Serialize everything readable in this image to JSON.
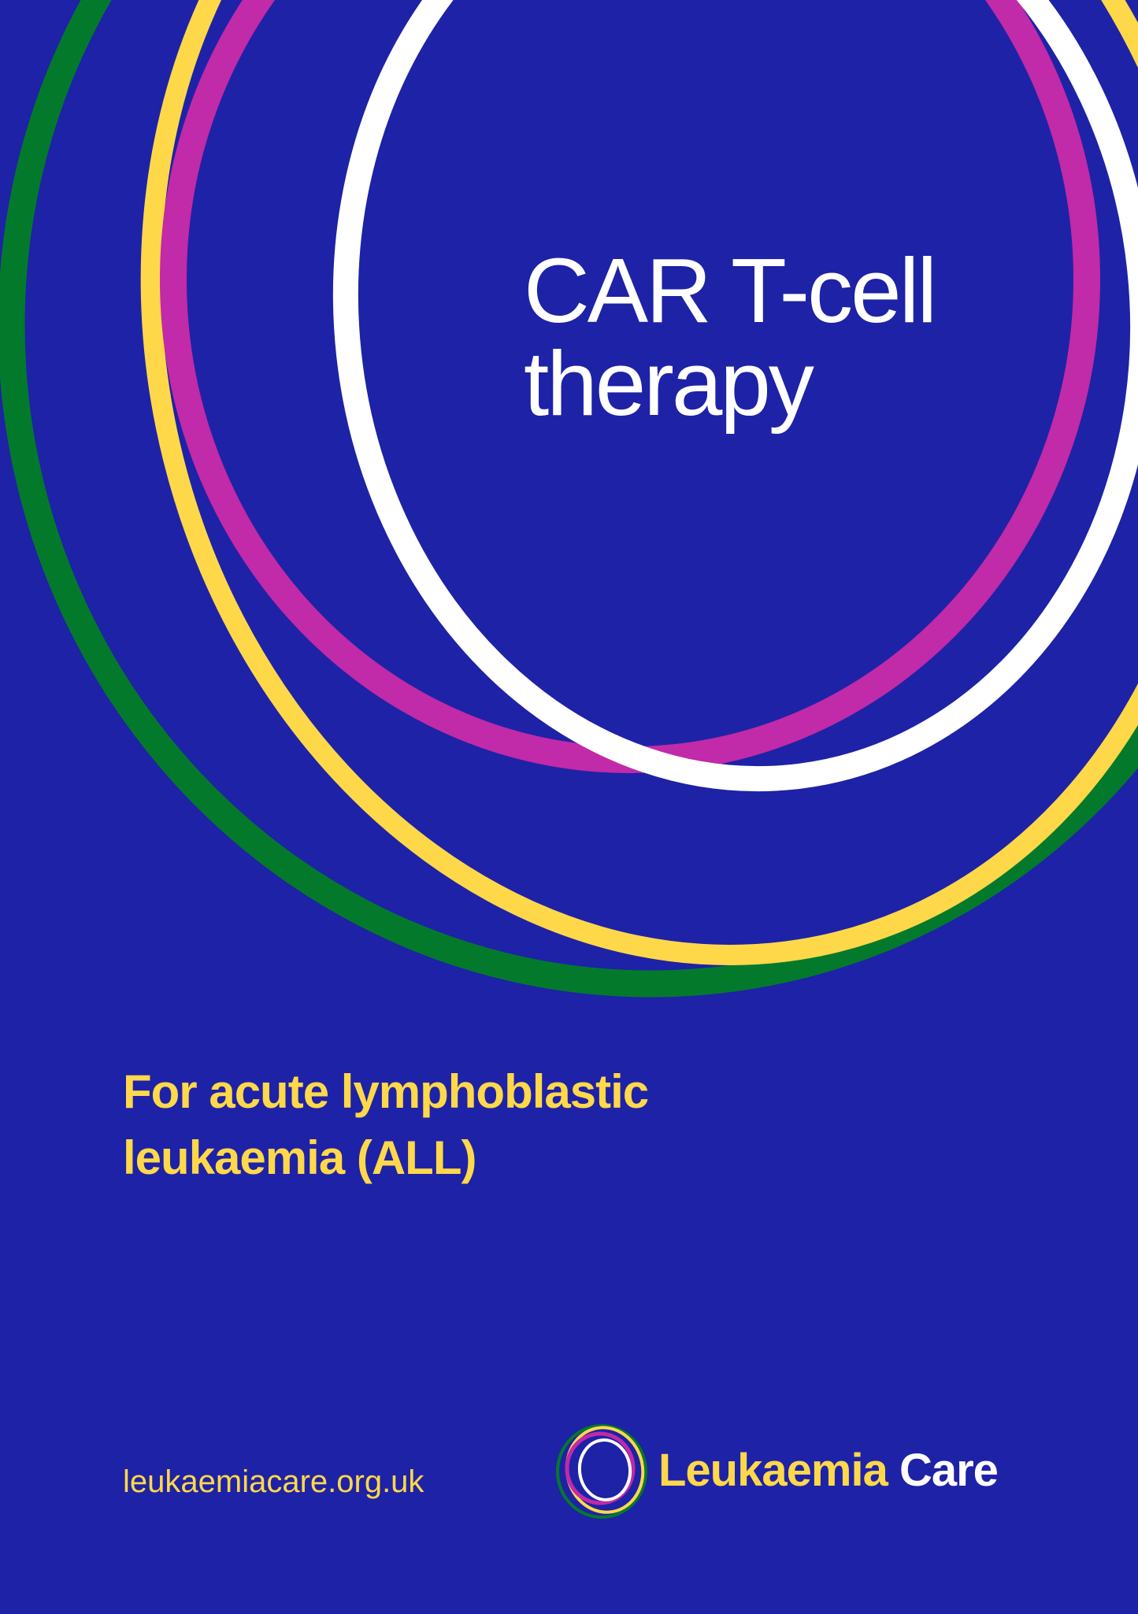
{
  "cover": {
    "title_line1": "CAR T-cell",
    "title_line2": "therapy",
    "subtitle_line1": "For acute lymphoblastic",
    "subtitle_line2": "leukaemia (ALL)",
    "website": "leukaemiacare.org.uk"
  },
  "logo": {
    "word1": "Leukaemia",
    "word2": "Care",
    "mark_icon": "interlocking-rings-icon"
  },
  "colors": {
    "background": "#1e22a6",
    "white": "#ffffff",
    "magenta": "#c12aa8",
    "yellow": "#ffd84a",
    "green": "#037a2b"
  }
}
